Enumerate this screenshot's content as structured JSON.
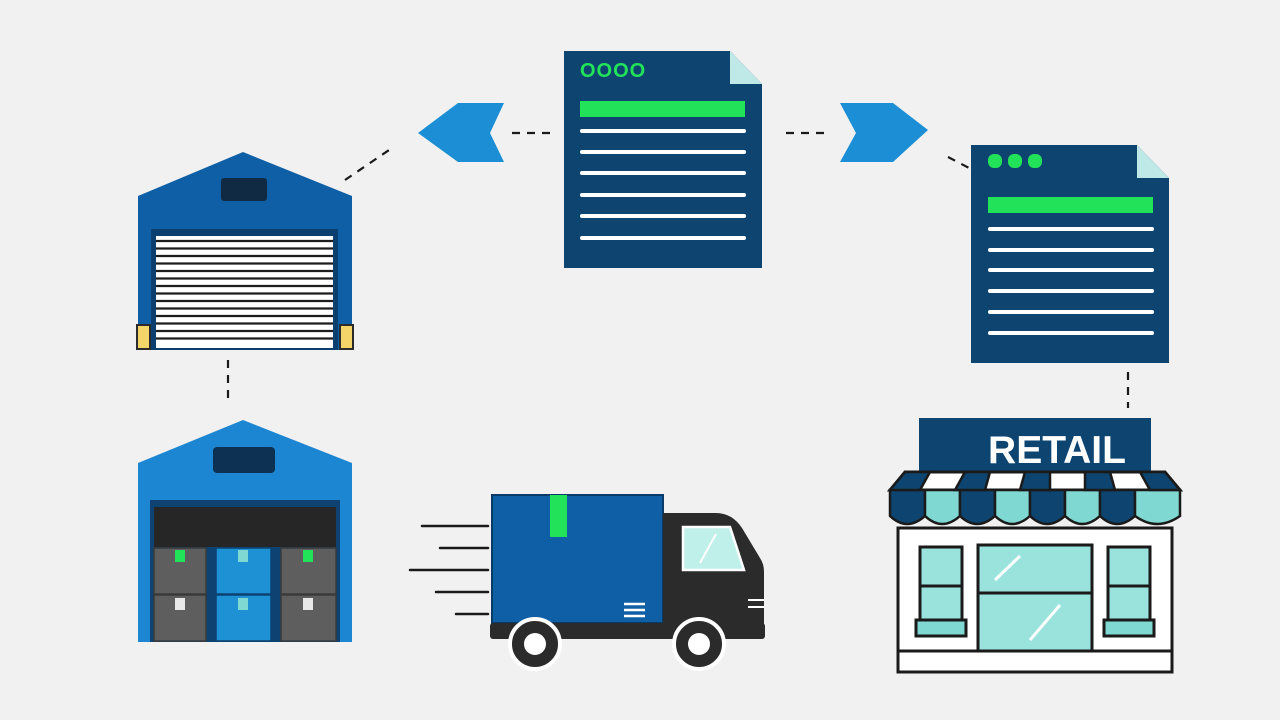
{
  "diagram": {
    "store_sign": "RETAIL",
    "document_left_code": "OOOO",
    "document_right_code": "",
    "nodes": [
      "warehouse-closed",
      "warehouse-open",
      "delivery-truck",
      "document-center",
      "document-right",
      "retail-store"
    ]
  },
  "colors": {
    "background": "#f1f1f1",
    "navy": "#0e4470",
    "blue": "#0f64ac",
    "sky": "#1c8ed6",
    "accent_green": "#22e25a",
    "teal": "#7fd8d2",
    "dark": "#2b2b2b",
    "grey_box": "#5e5e5e",
    "door_yellow": "#f4d56a"
  },
  "icons": [
    "warehouse-icon",
    "warehouse-open-icon",
    "truck-icon",
    "document-icon",
    "store-icon",
    "arrow-left-icon",
    "arrow-right-icon"
  ]
}
